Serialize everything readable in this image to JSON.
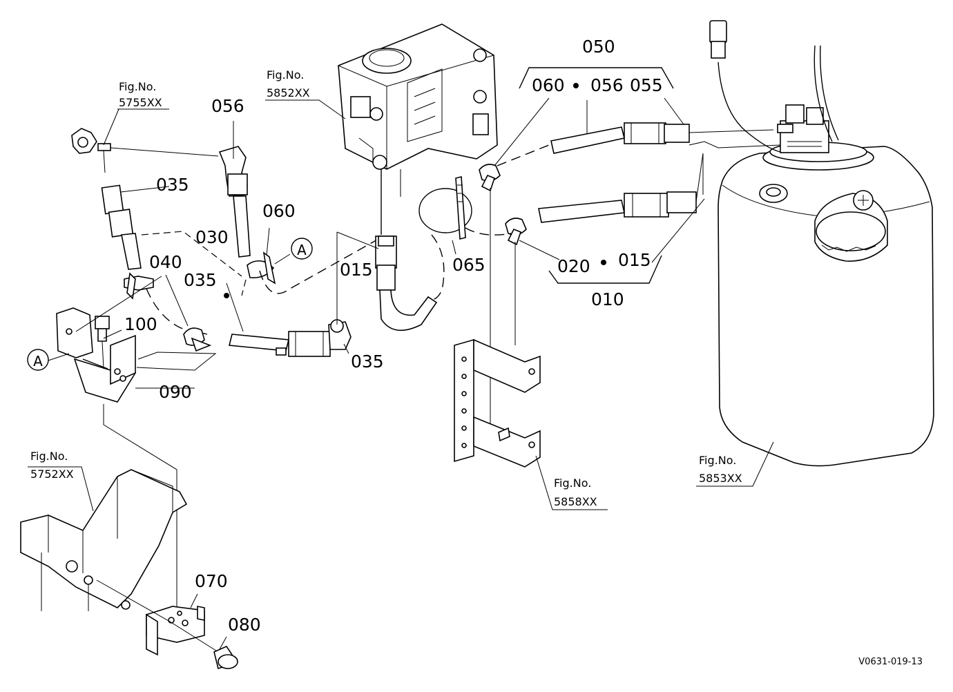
{
  "diagram": {
    "part_labels": {
      "p050": "050",
      "p060_top": "060",
      "p056_top": "056",
      "p055": "055",
      "p056_left": "056",
      "p035_a": "035",
      "p060_left": "060",
      "p030": "030",
      "p040": "040",
      "p035_b": "035",
      "p100": "100",
      "p090": "090",
      "p035_c": "035",
      "p015_mid": "015",
      "p065": "065",
      "p020": "020",
      "p015_right": "015",
      "p010": "010",
      "p070": "070",
      "p080": "080"
    },
    "callouts": {
      "a_left": "A",
      "a_mid": "A"
    },
    "figure_refs": [
      {
        "title": "Fig.No.",
        "number": "5755XX"
      },
      {
        "title": "Fig.No.",
        "number": "5852XX"
      },
      {
        "title": "Fig.No.",
        "number": "5752XX"
      },
      {
        "title": "Fig.No.",
        "number": "5858XX"
      },
      {
        "title": "Fig.No.",
        "number": "5853XX"
      }
    ],
    "drawing_code": "V0631-019-13"
  }
}
